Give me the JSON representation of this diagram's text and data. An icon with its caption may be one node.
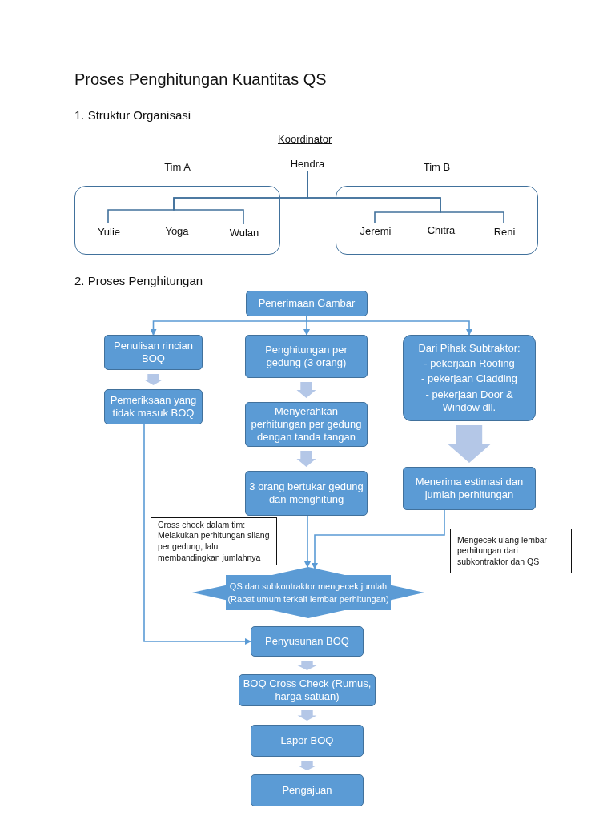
{
  "diagram": {
    "title": "Proses Penghitungan Kuantitas QS",
    "nodes": [
      {
        "text": [
          "Hendra"
        ]
      },
      {
        "text": [
          "Tim A"
        ]
      },
      {
        "text": [
          "Yulie"
        ],
        "in": 1
      },
      {
        "text": [
          "Yoga"
        ],
        "in": 1
      },
      {
        "text": [
          "Wulan"
        ],
        "in": 1
      },
      {
        "text": [
          "Tim B"
        ]
      },
      {
        "text": [
          "Jeremi"
        ],
        "in": 5
      },
      {
        "text": [
          "Chitra"
        ],
        "in": 5
      },
      {
        "text": [
          "Reni"
        ],
        "in": 5
      },
      {
        "text": [
          "Penerimaan Gambar"
        ]
      },
      {
        "text": [
          "Penulisan rincian BOQ"
        ]
      },
      {
        "text": [
          "Penghitungan per gedung (3 orang)"
        ]
      },
      {
        "text": [
          "Dari Pihak Subtraktor:",
          "- pekerjaan Roofing",
          "- pekerjaan Cladding",
          "- pekerjaan Door & Window dll."
        ]
      },
      {
        "text": [
          "Pemeriksaan yang tidak masuk BOQ"
        ]
      },
      {
        "text": [
          "Menyerahkan perhitungan per gedung dengan tanda tangan"
        ]
      },
      {
        "text": [
          "3 orang bertukar gedung dan menghitung"
        ]
      },
      {
        "text": [
          "Menerima estimasi dan jumlah perhitungan"
        ]
      },
      {
        "text": [
          "Cross check dalam tim:",
          "Melakukan perhitungan silang per gedung, lalu membandingkan jumlahnya"
        ]
      },
      {
        "text": [
          "Mengecek ulang lembar perhitungan dari subkontraktor dan QS"
        ]
      },
      {
        "text": [
          "QS dan subkontraktor mengecek jumlah",
          "(Rapat umum terkait lembar perhitungan)"
        ]
      },
      {
        "text": [
          "Penyusunan BOQ"
        ]
      },
      {
        "text": [
          "BOQ Cross Check (Rumus, harga satuan)"
        ]
      },
      {
        "text": [
          "Lapor BOQ"
        ]
      },
      {
        "text": [
          "Pengajuan"
        ]
      }
    ],
    "edges": [
      {
        "from": 0,
        "to": 2,
        "arrow": "none",
        "color": "#41719c"
      },
      {
        "from": 0,
        "to": 4,
        "arrow": "none",
        "color": "#41719c"
      },
      {
        "from": 0,
        "to": 6,
        "arrow": "none",
        "color": "#41719c"
      },
      {
        "from": 0,
        "to": 8,
        "arrow": "none",
        "color": "#41719c"
      },
      {
        "from": 9,
        "to": 10,
        "arrow": "to"
      },
      {
        "from": 9,
        "to": 11,
        "arrow": "to"
      },
      {
        "from": 9,
        "to": 12,
        "arrow": "to"
      },
      {
        "from": 10,
        "to": 13,
        "arrow": "to",
        "style": "thick",
        "color": "#b4c7e7"
      },
      {
        "from": 11,
        "to": 14,
        "arrow": "to",
        "style": "thick",
        "color": "#b4c7e7"
      },
      {
        "from": 14,
        "to": 15,
        "arrow": "to",
        "style": "thick",
        "color": "#b4c7e7"
      },
      {
        "from": 12,
        "to": 16,
        "arrow": "to",
        "style": "thick",
        "color": "#b4c7e7"
      },
      {
        "from": 15,
        "to": 19,
        "arrow": "to"
      },
      {
        "from": 16,
        "to": 19,
        "arrow": "to"
      },
      {
        "from": 13,
        "to": 20,
        "arrow": "to"
      },
      {
        "from": 20,
        "to": 21,
        "arrow": "to",
        "style": "thick",
        "color": "#b4c7e7"
      },
      {
        "from": 21,
        "to": 22,
        "arrow": "to",
        "style": "thick",
        "color": "#b4c7e7"
      },
      {
        "from": 22,
        "to": 23,
        "arrow": "to",
        "style": "thick",
        "color": "#b4c7e7"
      }
    ],
    "labels": [
      "1. Struktur Organisasi",
      "Koordinator",
      "2. Proses Penghitungan"
    ]
  }
}
